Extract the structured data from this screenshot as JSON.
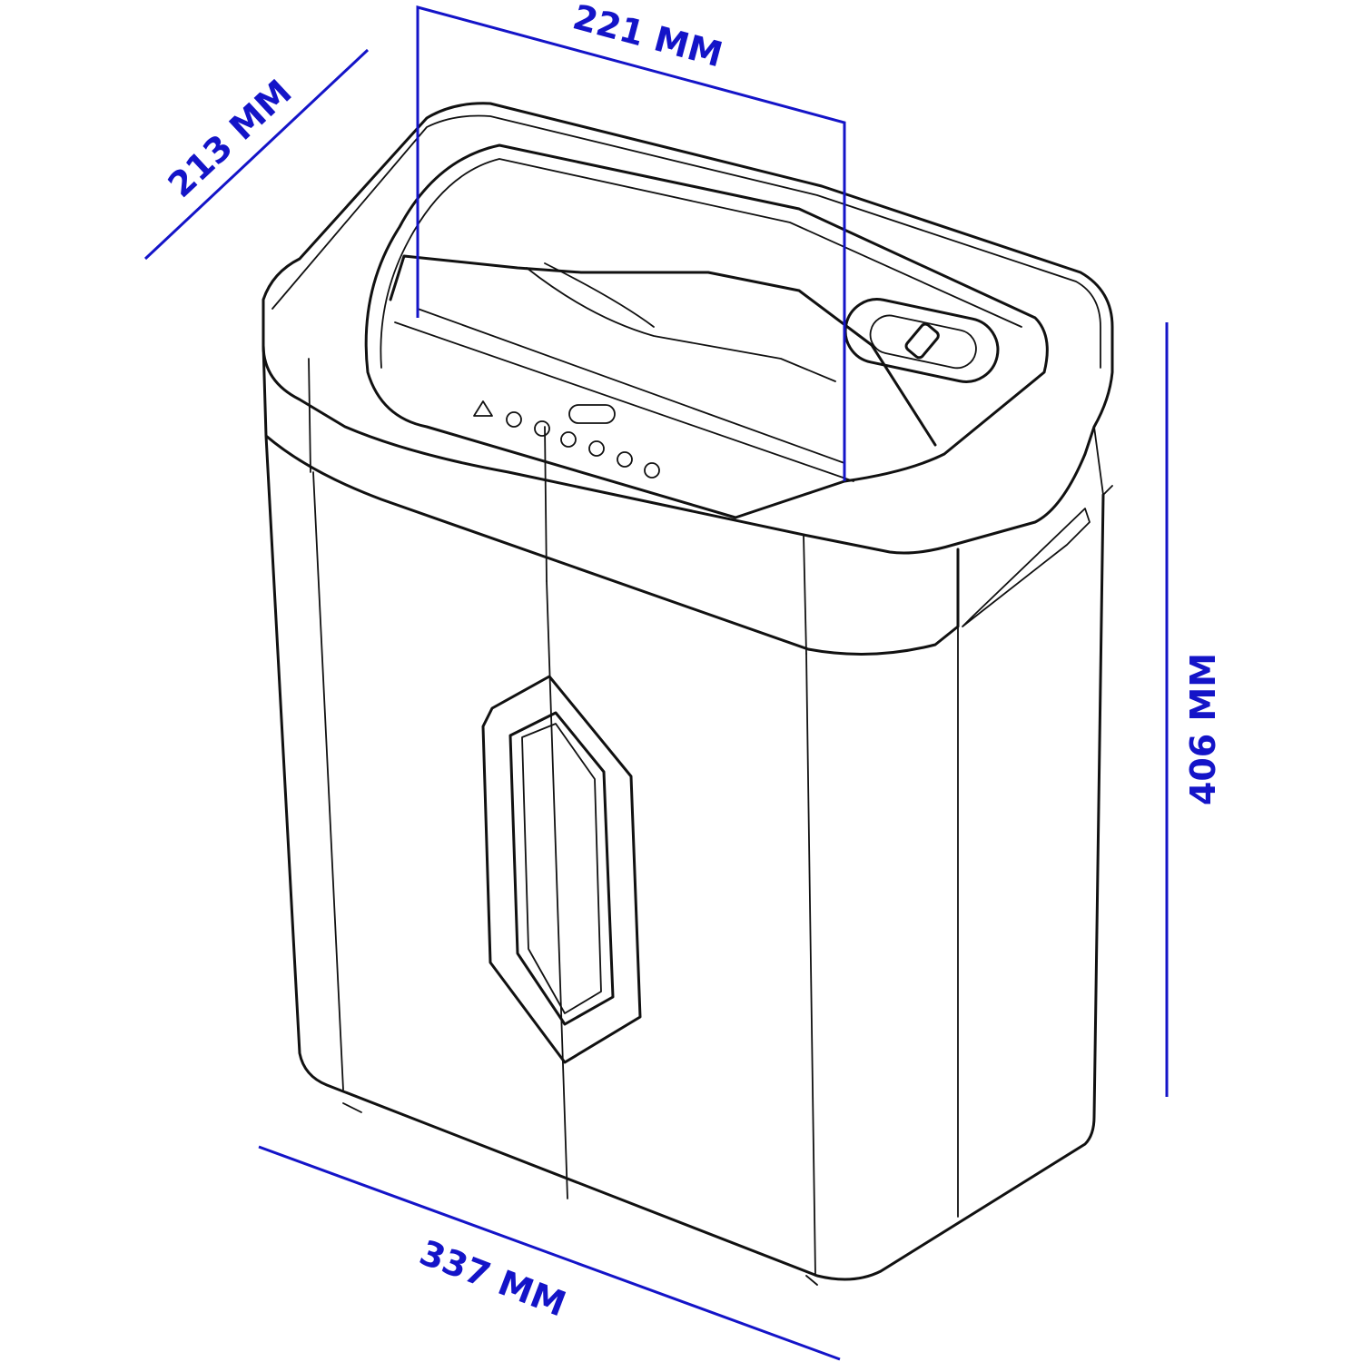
{
  "title": "Paper shredder dimensions",
  "dimensions": {
    "depth": "213 MM",
    "slot_width": "221 MM",
    "height": "406 MM",
    "width": "337 MM"
  },
  "colors": {
    "dimension": "#1414c8",
    "outline": "#111111"
  }
}
